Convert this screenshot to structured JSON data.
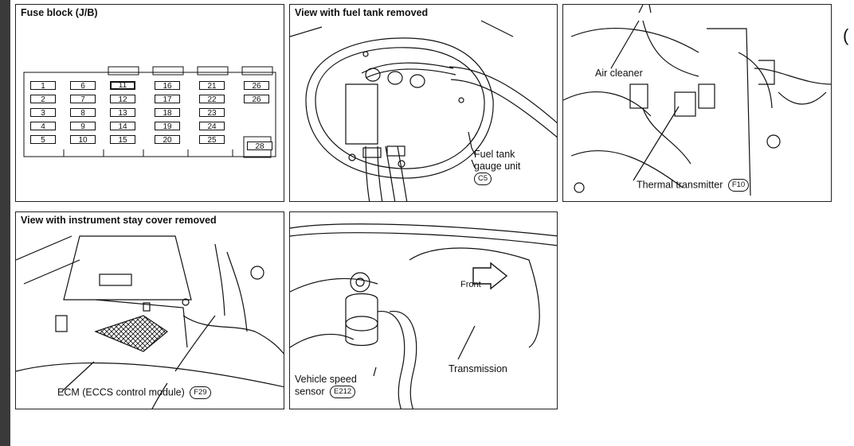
{
  "panels": {
    "fuse_block": {
      "title": "Fuse block (J/B)",
      "fuses": [
        "1",
        "2",
        "3",
        "4",
        "5",
        "6",
        "7",
        "8",
        "9",
        "10",
        "11",
        "12",
        "13",
        "14",
        "15",
        "16",
        "17",
        "18",
        "19",
        "20",
        "21",
        "22",
        "23",
        "24",
        "25",
        "26",
        "26",
        "28"
      ]
    },
    "fuel_tank": {
      "title": "View with fuel tank removed",
      "label_line1": "Fuel tank",
      "label_line2": "gauge unit",
      "connector": "C5"
    },
    "engine": {
      "air_cleaner": "Air cleaner",
      "thermal_transmitter": "Thermal transmitter",
      "connector": "F10"
    },
    "instrument": {
      "title": "View with instrument stay cover removed",
      "ecm_label": "ECM (ECCS control module)",
      "connector": "F29"
    },
    "speed_sensor": {
      "front_label": "Front",
      "transmission_label": "Transmission",
      "sensor_line1": "Vehicle speed",
      "sensor_line2": "sensor",
      "connector": "E212"
    }
  },
  "edge_glyph": "("
}
